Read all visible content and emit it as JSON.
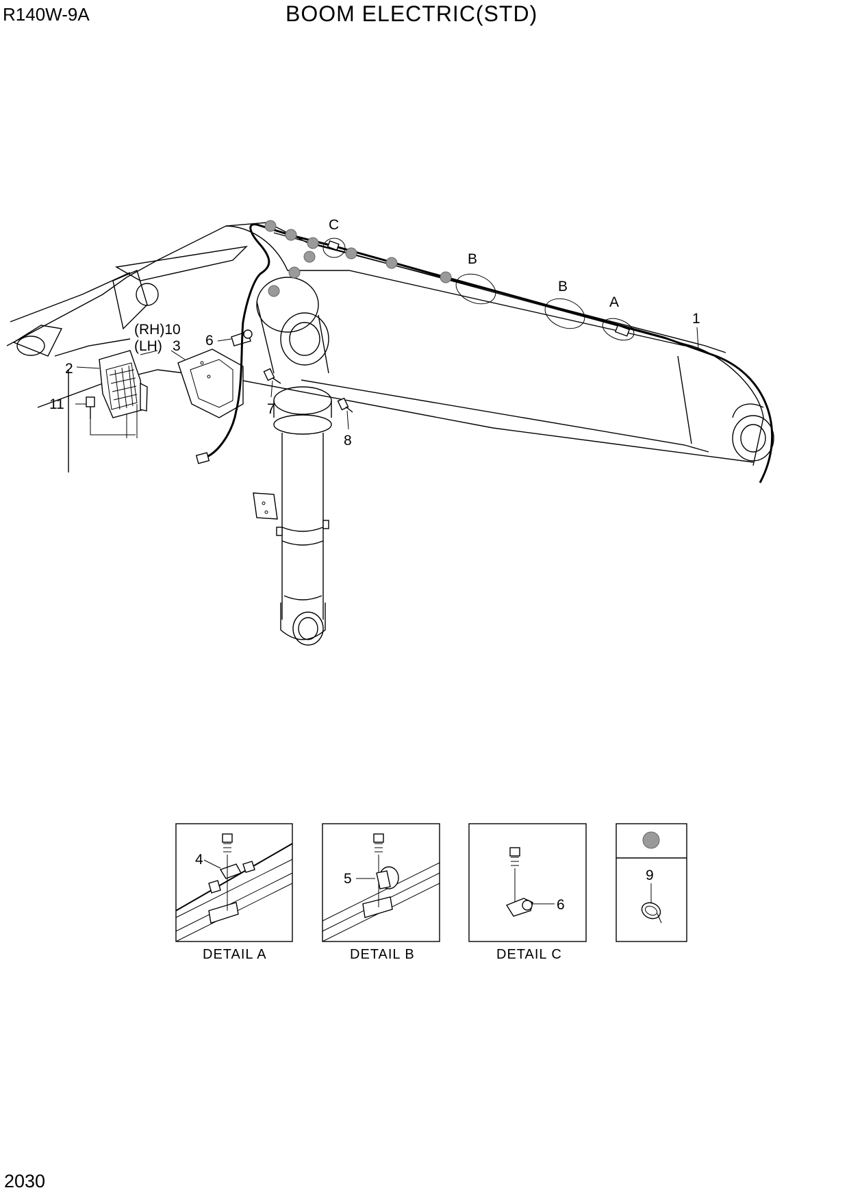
{
  "header": {
    "model": "R140W-9A",
    "title": "BOOM ELECTRIC(STD)"
  },
  "footer": {
    "page_number": "2030"
  },
  "callouts": {
    "c1": "1",
    "c2": "2",
    "c3": "3",
    "c6": "6",
    "c7": "7",
    "c8": "8",
    "c10_rh": "(RH)10",
    "c10_lh": "(LH)",
    "c11": "11",
    "detail_c": "C",
    "detail_b1": "B",
    "detail_b2": "B",
    "detail_a": "A"
  },
  "details": {
    "a": {
      "caption": "DETAIL  A",
      "callout": "4"
    },
    "b": {
      "caption": "DETAIL  B",
      "callout": "5"
    },
    "c": {
      "caption": "DETAIL  C",
      "callout": "6"
    },
    "legend": {
      "callout": "9"
    }
  }
}
